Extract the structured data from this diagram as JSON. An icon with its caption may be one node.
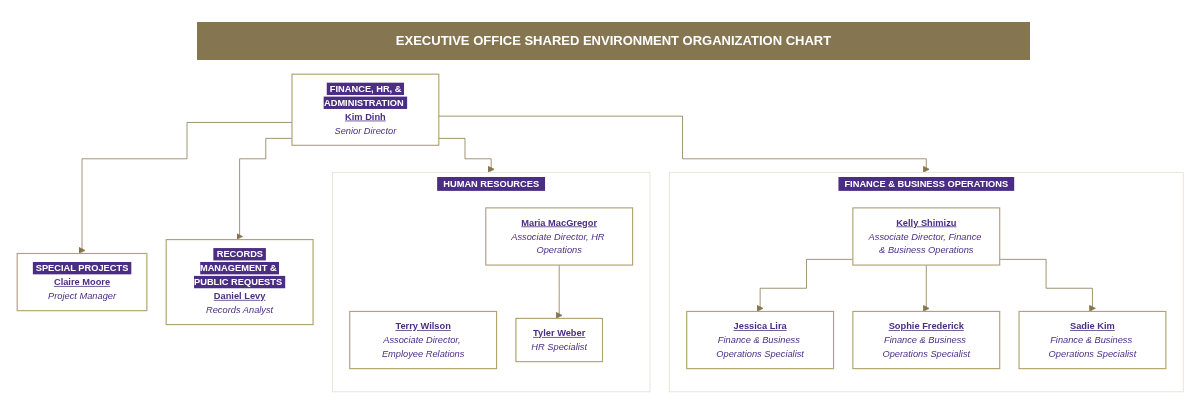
{
  "diagram": {
    "title": "EXECUTIVE OFFICE SHARED ENVIRONMENT ORGANIZATION CHART",
    "nodes": [
      {
        "text": [
          "FINANCE, HR, & ADMINISTRATION",
          "Kim Dinh",
          "Senior Director"
        ]
      },
      {
        "text": [
          "HUMAN RESOURCES"
        ]
      },
      {
        "text": [
          "Terry Wilson",
          "Associate Director, Employee Relations"
        ],
        "in": 1
      },
      {
        "text": [
          "Maria MacGregor",
          "Associate Director, HR Operations"
        ],
        "in": 1
      },
      {
        "text": [
          "Tyler Weber",
          "HR Specialist"
        ],
        "in": 1
      },
      {
        "text": [
          "SPECIAL PROJECTS",
          "Claire Moore",
          "Project Manager"
        ]
      },
      {
        "text": [
          "RECORDS MANAGEMENT & PUBLIC REQUESTS",
          "Daniel Levy",
          "Records Analyst"
        ]
      },
      {
        "text": [
          "FINANCE & BUSINESS OPERATIONS"
        ]
      },
      {
        "text": [
          "Kelly Shimizu",
          "Associate Director, Finance & Business Operations"
        ],
        "in": 7
      },
      {
        "text": [
          "Jessica Lira",
          "Finance & Business Operations Specialist"
        ],
        "in": 7
      },
      {
        "text": [
          "Sophie Frederick",
          "Finance & Business Operations Specialist"
        ],
        "in": 7
      },
      {
        "text": [
          "Sadie Kim",
          "Finance & Business Operations Specialist"
        ],
        "in": 7
      }
    ],
    "edges": [
      {
        "from": 0,
        "to": 1,
        "arrow": "to"
      },
      {
        "from": 0,
        "to": 5,
        "arrow": "to"
      },
      {
        "from": 0,
        "to": 6,
        "arrow": "to"
      },
      {
        "from": 0,
        "to": 7,
        "arrow": "to"
      },
      {
        "from": 3,
        "to": 4,
        "arrow": "to"
      },
      {
        "from": 8,
        "to": 9,
        "arrow": "to"
      },
      {
        "from": 8,
        "to": 10,
        "arrow": "to"
      },
      {
        "from": 8,
        "to": 11,
        "arrow": "to"
      }
    ]
  }
}
